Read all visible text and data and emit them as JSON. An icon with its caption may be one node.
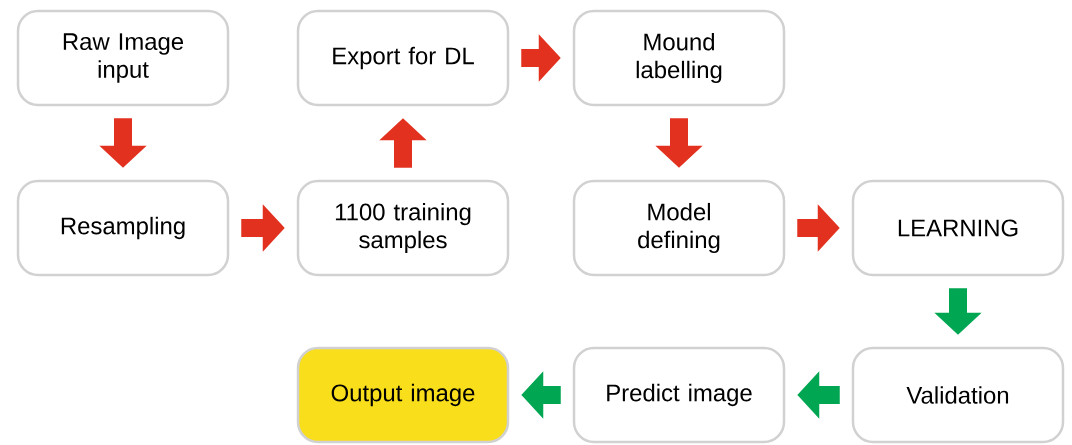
{
  "diagram": {
    "nodes": [
      {
        "text": [
          "Raw Image input"
        ]
      },
      {
        "text": [
          "Resampling"
        ]
      },
      {
        "text": [
          "1100 training samples"
        ]
      },
      {
        "text": [
          "Export for DL"
        ]
      },
      {
        "text": [
          "Mound labelling"
        ]
      },
      {
        "text": [
          "Model defining"
        ]
      },
      {
        "text": [
          "LEARNING"
        ]
      },
      {
        "text": [
          "Validation"
        ]
      },
      {
        "text": [
          "Predict image"
        ]
      },
      {
        "text": [
          "Output image"
        ]
      }
    ],
    "edges": [
      {
        "from": 0,
        "to": 1,
        "arrow": "to"
      },
      {
        "from": 1,
        "to": 2,
        "arrow": "to"
      },
      {
        "from": 2,
        "to": 3,
        "arrow": "to"
      },
      {
        "from": 3,
        "to": 4,
        "arrow": "to"
      },
      {
        "from": 4,
        "to": 5,
        "arrow": "to"
      },
      {
        "from": 5,
        "to": 6,
        "arrow": "to"
      },
      {
        "from": 6,
        "to": 7,
        "arrow": "to",
        "color": "#00a651"
      },
      {
        "from": 7,
        "to": 8,
        "arrow": "to",
        "color": "#00a651"
      },
      {
        "from": 8,
        "to": 9,
        "arrow": "to",
        "color": "#00a651"
      }
    ]
  }
}
